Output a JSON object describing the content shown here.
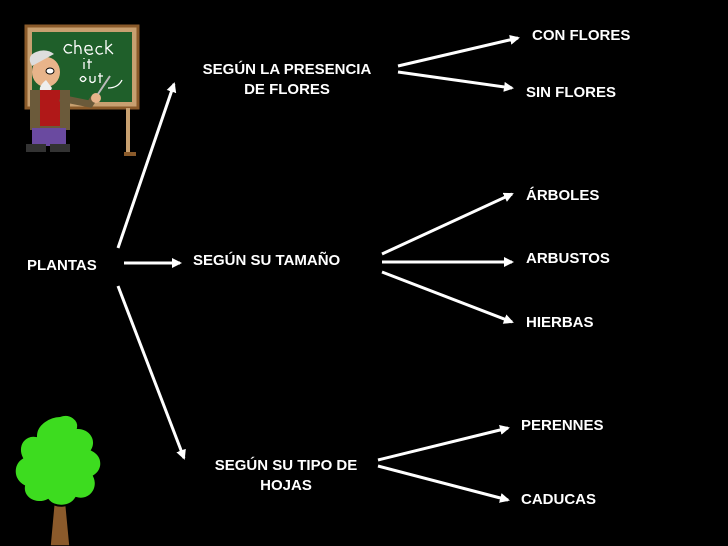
{
  "root": {
    "label": "PLANTAS"
  },
  "categories": [
    {
      "label": "SEGÚN LA PRESENCIA DE FLORES",
      "line1": "SEGÚN LA PRESENCIA",
      "line2": "DE FLORES"
    },
    {
      "label": "SEGÚN SU TAMAÑO"
    },
    {
      "label": "SEGÚN SU TIPO DE HOJAS",
      "line1": "SEGÚN SU TIPO DE",
      "line2": "HOJAS"
    }
  ],
  "leaves": {
    "flores": [
      "CON FLORES",
      "SIN FLORES"
    ],
    "tamano": [
      "ÁRBOLES",
      "ARBUSTOS",
      "HIERBAS"
    ],
    "hojas": [
      "PERENNES",
      "CADUCAS"
    ]
  },
  "clipart": {
    "teacher_board_text": "Check it out",
    "board_color": "#1f5f2a",
    "tree_color": "#3ddc1f"
  }
}
